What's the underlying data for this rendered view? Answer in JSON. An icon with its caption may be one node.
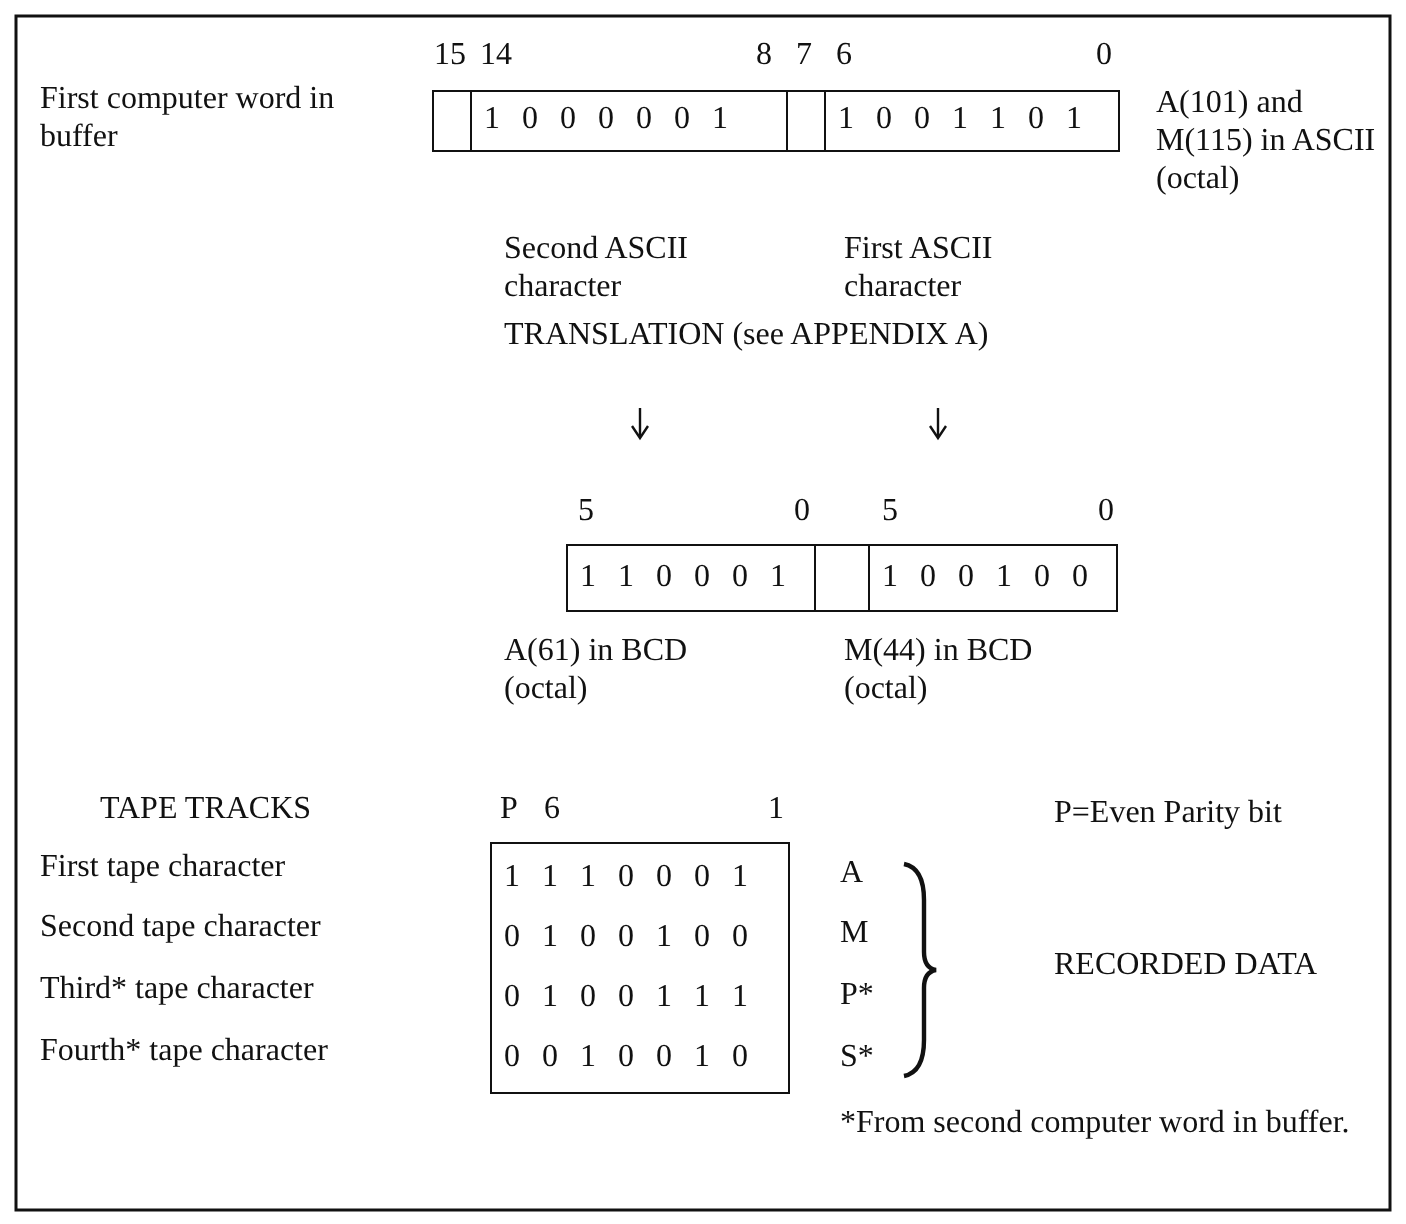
{
  "diagram": {
    "nodes": [
      {
        "text": [],
        "shape": "box"
      },
      {
        "text": [
          "1 0 0 0 0 0 1"
        ]
      },
      {
        "text": [],
        "shape": "box"
      },
      {
        "text": [
          "1 0 0 1 1 0 1"
        ]
      },
      {
        "text": [
          "1 1 0 0 0 1"
        ]
      },
      {
        "text": [],
        "shape": "box"
      },
      {
        "text": [
          "1 0 0 1 0 0"
        ]
      },
      {
        "text": [
          "1 1 1 0 0 0 1",
          "0 1 0 0 1 0 0",
          "0 1 0 0 1 1 1",
          "0 0 1 0 0 1 0"
        ]
      }
    ],
    "labels": [
      "15",
      "14",
      "8",
      "7",
      "6",
      "0",
      "First computer word in buffer",
      "A(101) and M(115) in ASCII (octal)",
      "Second ASCII character",
      "First ASCII character",
      "TRANSLATION (see APPENDIX A)",
      "5",
      "0",
      "5",
      "0",
      "A(61) in BCD (octal)",
      "M(44) in BCD (octal)",
      "TAPE TRACKS",
      "P",
      "6",
      "1",
      "P=Even Parity bit",
      "First tape character",
      "A",
      "Second tape character",
      "M",
      "RECORDED DATA",
      "Third* tape character",
      "P*",
      "Fourth* tape character",
      "S*",
      "*From second computer word in buffer."
    ]
  }
}
